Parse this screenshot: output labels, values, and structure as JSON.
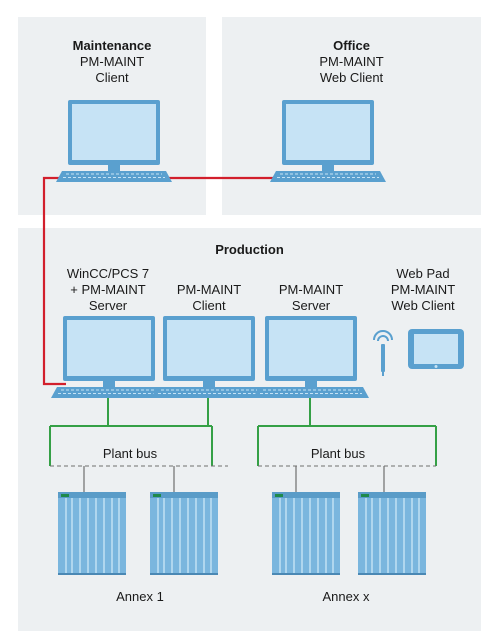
{
  "panels": {
    "maintenance": {
      "title": "Maintenance",
      "line2": "PM-MAINT",
      "line3": "Client"
    },
    "office": {
      "title": "Office",
      "line2": "PM-MAINT",
      "line3": "Web Client"
    },
    "production": {
      "title": "Production"
    }
  },
  "production_nodes": {
    "wincc_server": {
      "line1": "WinCC/PCS 7",
      "line2": "+ PM-MAINT",
      "line3": "Server"
    },
    "pm_client": {
      "line1": "PM-MAINT",
      "line2": "Client"
    },
    "pm_server": {
      "line1": "PM-MAINT",
      "line2": "Server"
    },
    "web_pad": {
      "line1": "Web Pad",
      "line2": "PM-MAINT",
      "line3": "Web Client"
    }
  },
  "buses": {
    "left": "Plant bus",
    "right": "Plant bus"
  },
  "annexes": {
    "left": "Annex 1",
    "right": "Annex x"
  },
  "colors": {
    "panel_bg": "#edf0f2",
    "monitor_blue": "#5aa0cf",
    "screen_blue": "#c6e3f5",
    "network_red": "#d21f2c",
    "bus_green": "#35a046",
    "rack_blue": "#7ab6de"
  }
}
